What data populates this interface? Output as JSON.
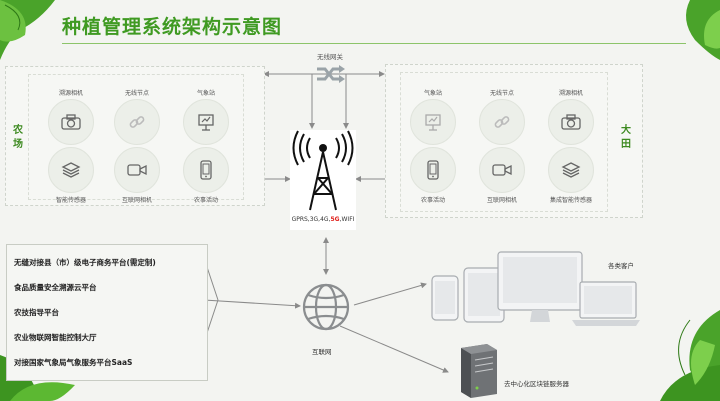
{
  "title": "种植管理系统架构示意图",
  "gateway": {
    "label": "无线网关",
    "icon": "shuffle-icon"
  },
  "left_panel": {
    "side_label": "农\n场",
    "nodes": [
      {
        "label": "溯源相机",
        "icon": "camera-icon"
      },
      {
        "label": "无线节点",
        "icon": "link-icon"
      },
      {
        "label": "气象站",
        "icon": "weather-station-icon"
      },
      {
        "label": "智能传感器",
        "icon": "layers-icon"
      },
      {
        "label": "互联网相机",
        "icon": "video-camera-icon"
      },
      {
        "label": "农事活动",
        "icon": "phone-icon"
      }
    ]
  },
  "right_panel": {
    "side_label": "大\n田",
    "nodes": [
      {
        "label": "气象站",
        "icon": "weather-station-icon"
      },
      {
        "label": "无线节点",
        "icon": "link-icon"
      },
      {
        "label": "溯源相机",
        "icon": "camera-icon"
      },
      {
        "label": "农事活动",
        "icon": "phone-icon"
      },
      {
        "label": "互联网相机",
        "icon": "video-camera-icon"
      },
      {
        "label": "集成智能传感器",
        "icon": "layers-icon"
      }
    ]
  },
  "tower": {
    "caption_prefix": "GPRS,3G,4G,",
    "caption_highlight": "5G",
    "caption_suffix": ",WIFI",
    "highlight_color": "#e0201b"
  },
  "services": [
    "无缝对接县（市）级电子商务平台(需定制)",
    "食品质量安全溯源云平台",
    "农技指导平台",
    "农业物联网智能控制大厅",
    "对接国家气象局气象服务平台SaaS"
  ],
  "internet": {
    "label": "互联网",
    "icon": "globe-icon"
  },
  "clients": {
    "label": "各类客户"
  },
  "server": {
    "label": "去中心化区块链服务器",
    "icon": "server-icon"
  },
  "colors": {
    "accent": "#3f9a22",
    "line": "#8a8a8a"
  }
}
